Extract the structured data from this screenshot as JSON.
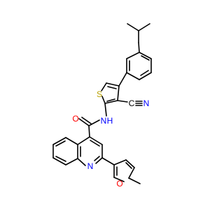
{
  "molecule": {
    "atom_labels": [
      {
        "id": "o-carbonyl",
        "text": "O",
        "color": "#ff0000"
      },
      {
        "id": "n-amide",
        "text": "N",
        "color": "#0000ff"
      },
      {
        "id": "h-amide",
        "text": "H",
        "color": "#0000ff"
      },
      {
        "id": "s-thiophene",
        "text": "S",
        "color": "#b8a100"
      },
      {
        "id": "c-nitrile",
        "text": "C",
        "color": "#000000"
      },
      {
        "id": "n-nitrile",
        "text": "N",
        "color": "#0000ff"
      },
      {
        "id": "n-quinoline",
        "text": "N",
        "color": "#0000ff"
      },
      {
        "id": "o-furan",
        "text": "O",
        "color": "#ff0000"
      }
    ]
  }
}
